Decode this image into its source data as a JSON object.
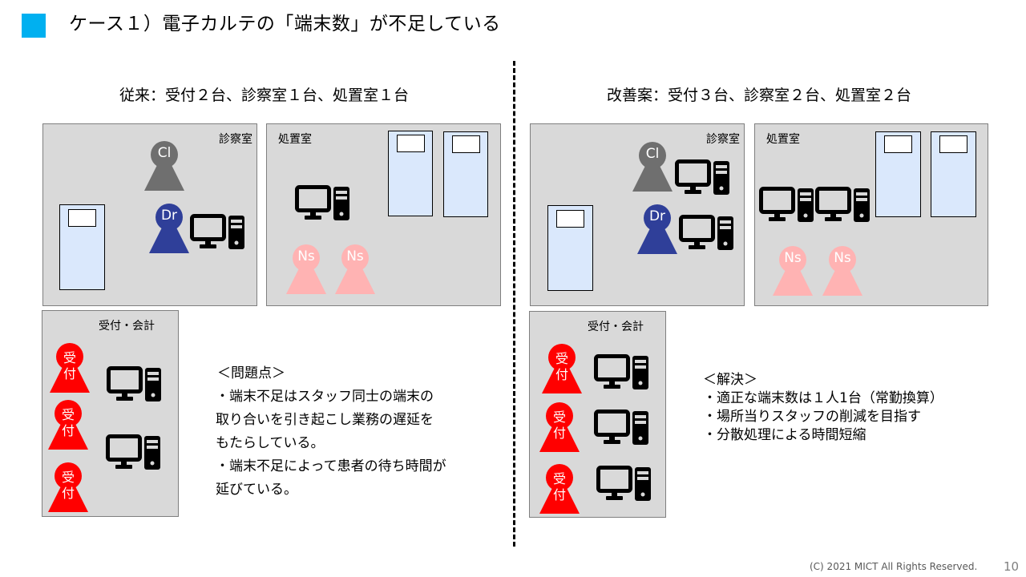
{
  "header": {
    "title": "ケース１）電子カルテの「端末数」が不足している",
    "accent_color": "#00b0f0"
  },
  "before": {
    "heading": "従来：受付２台、診察室１台、処置室１台",
    "rooms": {
      "exam": {
        "label": "診察室",
        "people": [
          "Cl",
          "Dr"
        ],
        "pc_count": 1,
        "beds": 1
      },
      "treatment": {
        "label": "処置室",
        "people": [
          "Ns",
          "Ns"
        ],
        "pc_count": 1,
        "beds": 2
      },
      "reception": {
        "label": "受付・会計",
        "people": [
          "受付",
          "受付",
          "受付"
        ],
        "pc_count": 2
      }
    },
    "notes": {
      "heading": "＜問題点＞",
      "lines": [
        "・端末不足はスタッフ同士の端末の",
        "取り合いを引き起こし業務の遅延を",
        "もたらしている。",
        "・端末不足によって患者の待ち時間が",
        "延びている。"
      ]
    }
  },
  "after": {
    "heading": "改善案：受付３台、診察室２台、処置室２台",
    "rooms": {
      "exam": {
        "label": "診察室",
        "people": [
          "Cl",
          "Dr"
        ],
        "pc_count": 2,
        "beds": 1
      },
      "treatment": {
        "label": "処置室",
        "people": [
          "Ns",
          "Ns"
        ],
        "pc_count": 2,
        "beds": 2
      },
      "reception": {
        "label": "受付・会計",
        "people": [
          "受付",
          "受付",
          "受付"
        ],
        "pc_count": 3
      }
    },
    "notes": {
      "heading": "＜解決＞",
      "lines": [
        "・適正な端末数は１人1台（常勤換算）",
        "・場所当りスタッフの削減を目指す",
        "・分散処理による時間短縮"
      ]
    }
  },
  "role_colors": {
    "clerk": "#6f6f6f",
    "doctor": "#2f3f99",
    "nurse": "#ffb3b3",
    "reception": "#ff0000"
  },
  "person_labels": {
    "cl": "Cl",
    "dr": "Dr",
    "ns": "Ns",
    "reception_top": "受",
    "reception_bottom": "付"
  },
  "footer": {
    "copyright": "(C) 2021 MICT All Rights Reserved.",
    "page_number": "10"
  }
}
